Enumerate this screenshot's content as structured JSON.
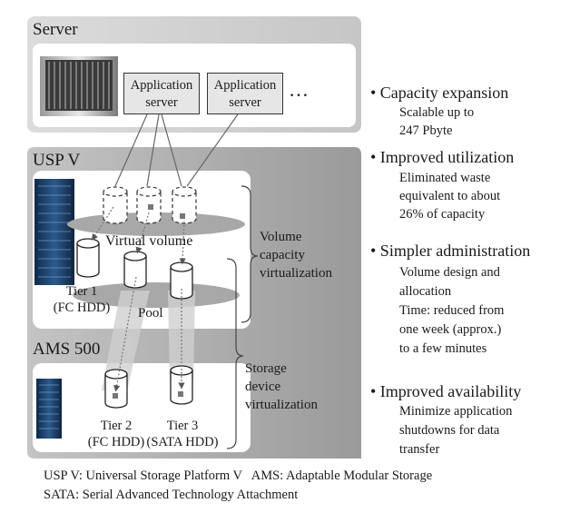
{
  "server": {
    "title": "Server",
    "app_server_1": [
      "Application",
      "server"
    ],
    "app_server_2": [
      "Application",
      "server"
    ],
    "ellipsis": "…"
  },
  "uspv": {
    "title": "USP V",
    "virtual_volume": "Virtual volume",
    "tier1": [
      "Tier 1",
      "(FC HDD)"
    ],
    "pool": "Pool",
    "volume_virt": [
      "Volume",
      "capacity",
      "virtualization"
    ]
  },
  "ams": {
    "title": "AMS 500",
    "tier2": [
      "Tier 2",
      "(FC HDD)"
    ],
    "tier3": [
      "Tier 3",
      "(SATA HDD)"
    ]
  },
  "storage_virt": [
    "Storage",
    "device",
    "virtualization"
  ],
  "benefits": [
    {
      "head": "• Capacity expansion",
      "lines": [
        "Scalable up to",
        "247 Pbyte"
      ]
    },
    {
      "head": "• Improved utilization",
      "lines": [
        "Eliminated waste",
        "equivalent to about",
        "26% of capacity"
      ]
    },
    {
      "head": "• Simpler administration",
      "lines": [
        "Volume design and",
        "allocation",
        "Time: reduced from",
        "one week (approx.)",
        "to a few minutes"
      ]
    },
    {
      "head": "• Improved availability",
      "lines": [
        "Minimize application",
        "shutdowns for data",
        "transfer"
      ]
    }
  ],
  "footer": {
    "line1": "USP V: Universal Storage Platform V   AMS: Adaptable Modular Storage",
    "line2": "SATA: Serial Advanced Technology Attachment"
  },
  "colors": {
    "panel_server": "#d2d2d2",
    "panel_storage": "#a9a9a9",
    "inner_white": "#ffffff",
    "box_gray": "#e6e6e6"
  }
}
